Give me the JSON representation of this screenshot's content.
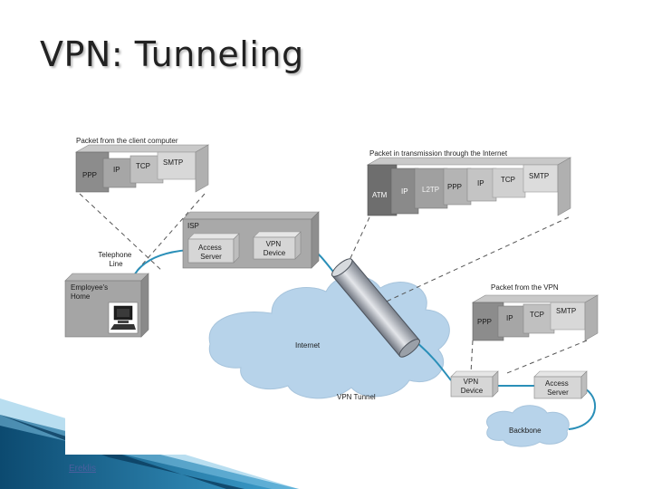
{
  "slide": {
    "title": "VPN: Tunneling",
    "footer_link": "Ereklis"
  },
  "diagram": {
    "packet_client": {
      "caption": "Packet from the client computer",
      "fields": [
        "PPP",
        "IP",
        "TCP",
        "SMTP"
      ]
    },
    "packet_internet": {
      "caption": "Packet in transmission through the Internet",
      "fields": [
        "ATM",
        "IP",
        "L2TP",
        "PPP",
        "IP",
        "TCP",
        "SMTP"
      ]
    },
    "packet_vpn": {
      "caption": "Packet from the VPN",
      "fields": [
        "PPP",
        "IP",
        "TCP",
        "SMTP"
      ]
    },
    "isp": {
      "label": "ISP",
      "access_server": [
        "Access",
        "Server"
      ],
      "vpn_device": [
        "VPN",
        "Device"
      ]
    },
    "telephone_line": [
      "Telephone",
      "Line"
    ],
    "employee_home": [
      "Employee's",
      "Home"
    ],
    "internet_label": "Internet",
    "vpn_tunnel_label": "VPN Tunnel",
    "remote_vpn_device": [
      "VPN",
      "Device"
    ],
    "remote_access_server": [
      "Access",
      "Server"
    ],
    "backbone_label": "Backbone",
    "colors": {
      "cloud": "#b7d3ea",
      "connection": "#2a8fb8",
      "ribbon_dark": "#0c4a70",
      "ribbon_light": "#3da0cf"
    }
  }
}
